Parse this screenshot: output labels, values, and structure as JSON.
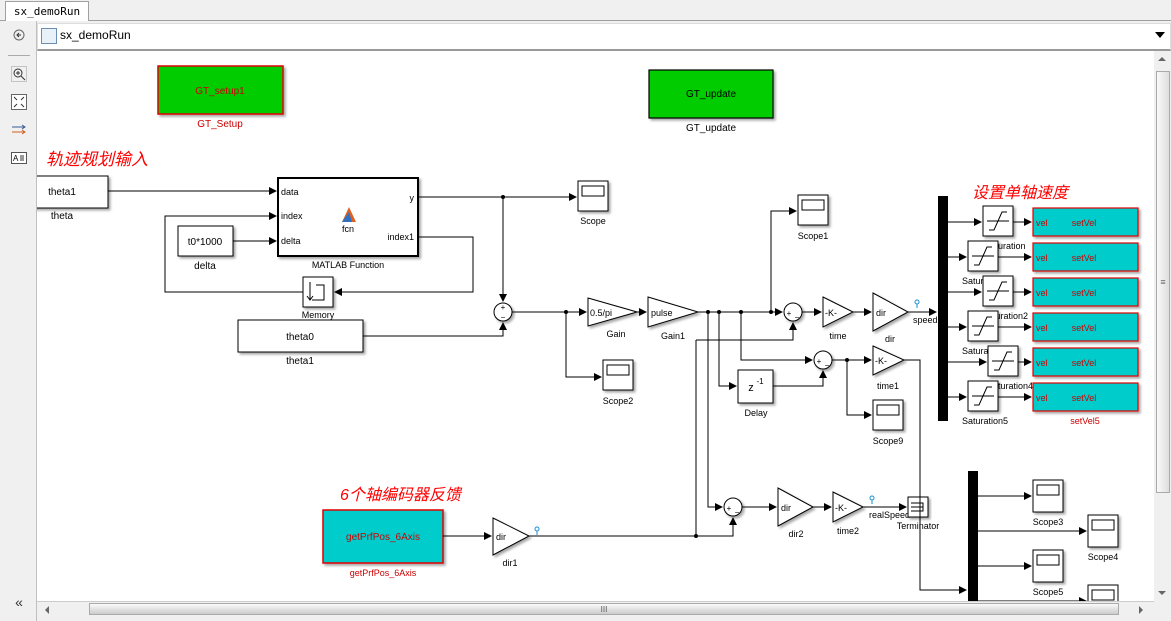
{
  "window": {
    "tab_label": "sx_demoRun",
    "address_title": "sx_demoRun"
  },
  "toolbar": {
    "back_icon": "back-arrow-icon",
    "zoom_icon": "zoom-in-icon",
    "fit_icon": "fit-to-view-icon",
    "signal_icon": "signal-routing-icon",
    "annotation_icon": "annotation-icon",
    "collapse_label": "«",
    "hscroll_grip": "III",
    "vscroll_grip": "≡"
  },
  "annotations": {
    "trajectory_input": "轨迹规划输入",
    "set_single_axis_speed": "设置单轴速度",
    "encoder_feedback": "6个轴编码器反馈"
  },
  "blocks": {
    "gt_setup": {
      "inner": "GT_setup1",
      "label": "GT_Setup"
    },
    "gt_update": {
      "inner": "GT_update",
      "label": "GT_update"
    },
    "theta": {
      "inner": "theta1",
      "label": "theta"
    },
    "delta": {
      "inner": "t0*1000",
      "label": "delta"
    },
    "matlab_fn": {
      "label": "MATLAB Function",
      "center": "fcn",
      "in1": "data",
      "in2": "index",
      "in3": "delta",
      "out1": "y",
      "out2": "index1"
    },
    "memory": {
      "label": "Memory"
    },
    "theta1": {
      "inner": "theta0",
      "label": "theta1"
    },
    "scope": {
      "label": "Scope"
    },
    "scope1": {
      "label": "Scope1"
    },
    "scope2": {
      "label": "Scope2"
    },
    "scope9": {
      "label": "Scope9"
    },
    "scope3": {
      "label": "Scope3"
    },
    "scope4": {
      "label": "Scope4"
    },
    "scope5": {
      "label": "Scope5"
    },
    "gain": {
      "inner": "0.5/pi",
      "label": "Gain"
    },
    "gain1": {
      "inner": "pulse",
      "label": "Gain1"
    },
    "time": {
      "inner": "-K-",
      "label": "time"
    },
    "time1": {
      "inner": "-K-",
      "label": "time1"
    },
    "time2": {
      "inner": "-K-",
      "label": "time2"
    },
    "dir": {
      "inner": "dir",
      "label": "dir"
    },
    "dir1": {
      "inner": "dir",
      "label": "dir1"
    },
    "dir2": {
      "inner": "dir",
      "label": "dir2"
    },
    "delay": {
      "inner": "z",
      "sup": "-1",
      "label": "Delay"
    },
    "terminator": {
      "label": "Terminator"
    },
    "get_prf_pos": {
      "inner": "getPrfPos_6Axis",
      "label": "getPrfPos_6Axis"
    },
    "signal_speed": "speed",
    "signal_real_speed": "realSpeed",
    "sum_plus": "+",
    "sum_minus": "−",
    "saturations": [
      "Saturation",
      "Saturation1",
      "Saturation2",
      "Saturation3",
      "Saturation4",
      "Saturation5"
    ],
    "set_vel": {
      "port": "vel",
      "inner": "setVel",
      "last_label": "setVel5"
    }
  },
  "colors": {
    "green_block": "#00cc00",
    "cyan_block": "#00cccc",
    "annotation_red": "#ff0000",
    "highlight_border": "#ff0000"
  }
}
